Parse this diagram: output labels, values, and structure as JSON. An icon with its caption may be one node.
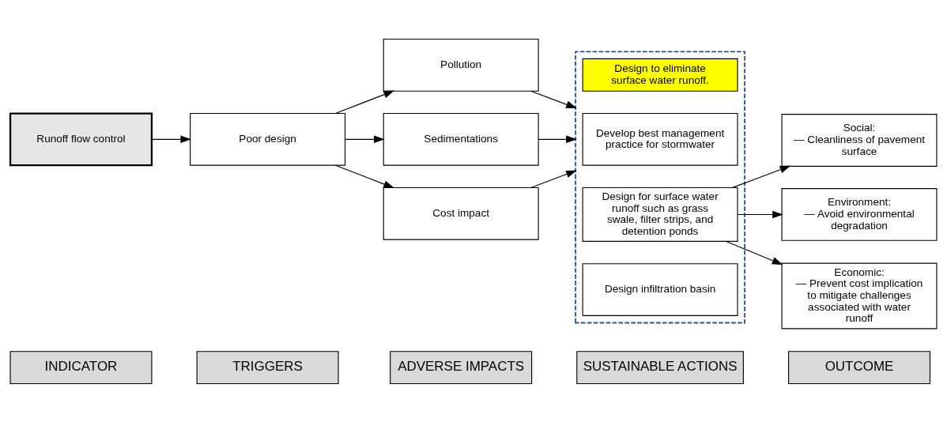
{
  "diagram": {
    "nodes": [
      {
        "text": [
          "INDICATOR"
        ]
      },
      {
        "text": [
          "TRIGGERS"
        ]
      },
      {
        "text": [
          "ADVERSE IMPACTS"
        ]
      },
      {
        "text": [
          "SUSTAINABLE ACTIONS"
        ]
      },
      {
        "text": [
          "OUTCOME"
        ]
      },
      {
        "text": [
          "Runoff flow control"
        ]
      },
      {
        "text": [
          "Poor design"
        ]
      },
      {
        "text": [
          "Pollution"
        ]
      },
      {
        "text": [
          "Sedimentations"
        ]
      },
      {
        "text": [
          "Cost impact"
        ]
      },
      {
        "text": [],
        "shape": "box"
      },
      {
        "text": [
          "Design to eliminate surface water runoff."
        ],
        "in": 10
      },
      {
        "text": [
          "Develop best management practice for stormwater"
        ],
        "in": 10
      },
      {
        "text": [
          "Design for surface water runoff such as grass swale, filter strips, and detention ponds"
        ],
        "in": 10
      },
      {
        "text": [
          "Design infiltration basin"
        ],
        "in": 10
      },
      {
        "text": [
          "Social:",
          "— Cleanliness of pavement surface"
        ]
      },
      {
        "text": [
          "Environment:",
          "— Avoid environmental degradation"
        ]
      },
      {
        "text": [
          "Economic:",
          "— Prevent cost implication to mitigate challenges associated with water runoff"
        ]
      }
    ],
    "edges": [
      {
        "from": 5,
        "to": 6,
        "arrow": "to"
      },
      {
        "from": 6,
        "to": 7,
        "arrow": "to"
      },
      {
        "from": 6,
        "to": 8,
        "arrow": "to"
      },
      {
        "from": 6,
        "to": 9,
        "arrow": "to"
      },
      {
        "from": 7,
        "to": 10,
        "arrow": "to"
      },
      {
        "from": 8,
        "to": 10,
        "arrow": "to"
      },
      {
        "from": 9,
        "to": 10,
        "arrow": "to"
      },
      {
        "from": 13,
        "to": 15,
        "arrow": "to"
      },
      {
        "from": 13,
        "to": 16,
        "arrow": "to"
      },
      {
        "from": 13,
        "to": 17,
        "arrow": "to"
      }
    ]
  }
}
